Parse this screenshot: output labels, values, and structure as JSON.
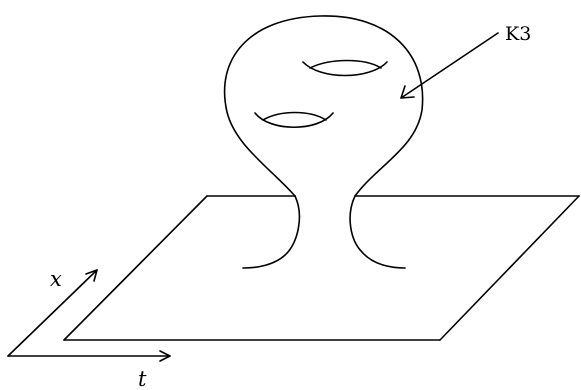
{
  "labels": {
    "manifold": "K3",
    "axis_x": "x",
    "axis_t": "t"
  },
  "colors": {
    "stroke": "#000000",
    "background": "#ffffff"
  }
}
